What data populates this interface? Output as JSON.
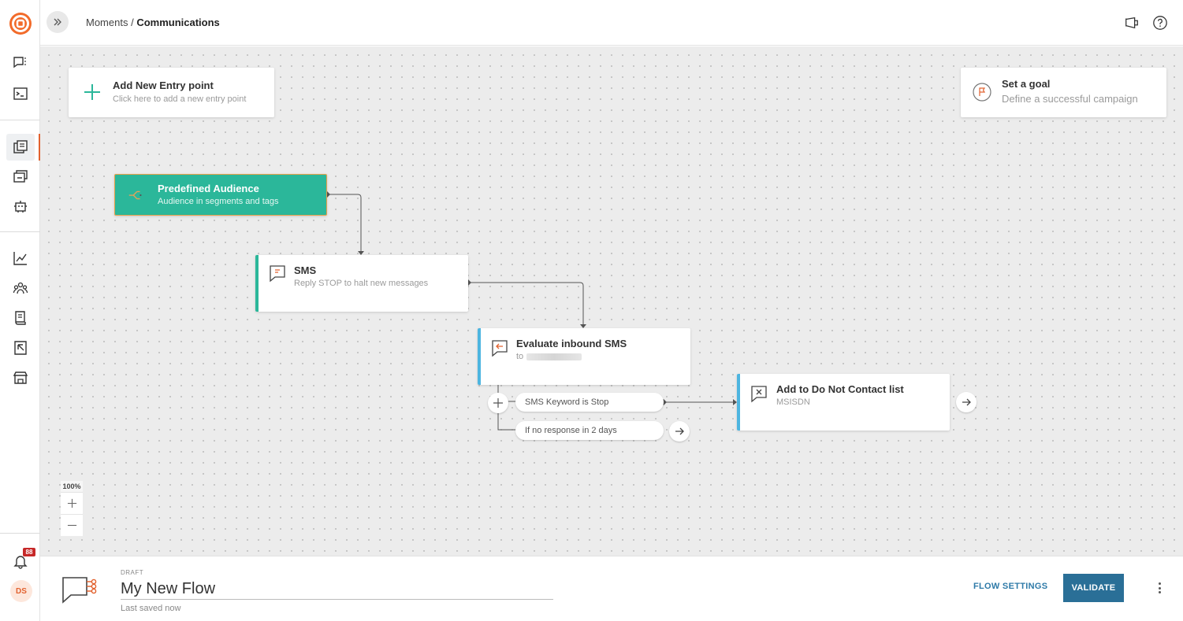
{
  "header": {
    "breadcrumb_parent": "Moments",
    "breadcrumb_separator": " / ",
    "breadcrumb_current": "Communications"
  },
  "rail": {
    "notification_count": "88",
    "avatar_initials": "DS"
  },
  "canvas": {
    "entry_point": {
      "title": "Add New Entry point",
      "subtitle": "Click here to add a new entry point"
    },
    "goal": {
      "title": "Set a goal",
      "subtitle": "Define a successful campaign"
    },
    "audience": {
      "title": "Predefined Audience",
      "subtitle": "Audience in segments and tags"
    },
    "sms": {
      "title": "SMS",
      "subtitle": "Reply STOP to halt new messages"
    },
    "evaluate": {
      "title": "Evaluate inbound SMS",
      "subtitle_prefix": "to"
    },
    "branches": {
      "keyword": "SMS Keyword is Stop",
      "no_response": "If no response in 2 days"
    },
    "do_not_contact": {
      "title": "Add to Do Not Contact list",
      "subtitle": "MSISDN"
    },
    "zoom_level": "100%"
  },
  "footer": {
    "status": "DRAFT",
    "flow_name": "My New Flow",
    "last_saved": "Last saved now",
    "flow_settings_label": "FLOW SETTINGS",
    "validate_label": "VALIDATE"
  },
  "colors": {
    "accent": "#e2622f",
    "teal": "#2bb79a",
    "blue_border": "#4db5e0",
    "primary_button": "#2a6f97"
  }
}
